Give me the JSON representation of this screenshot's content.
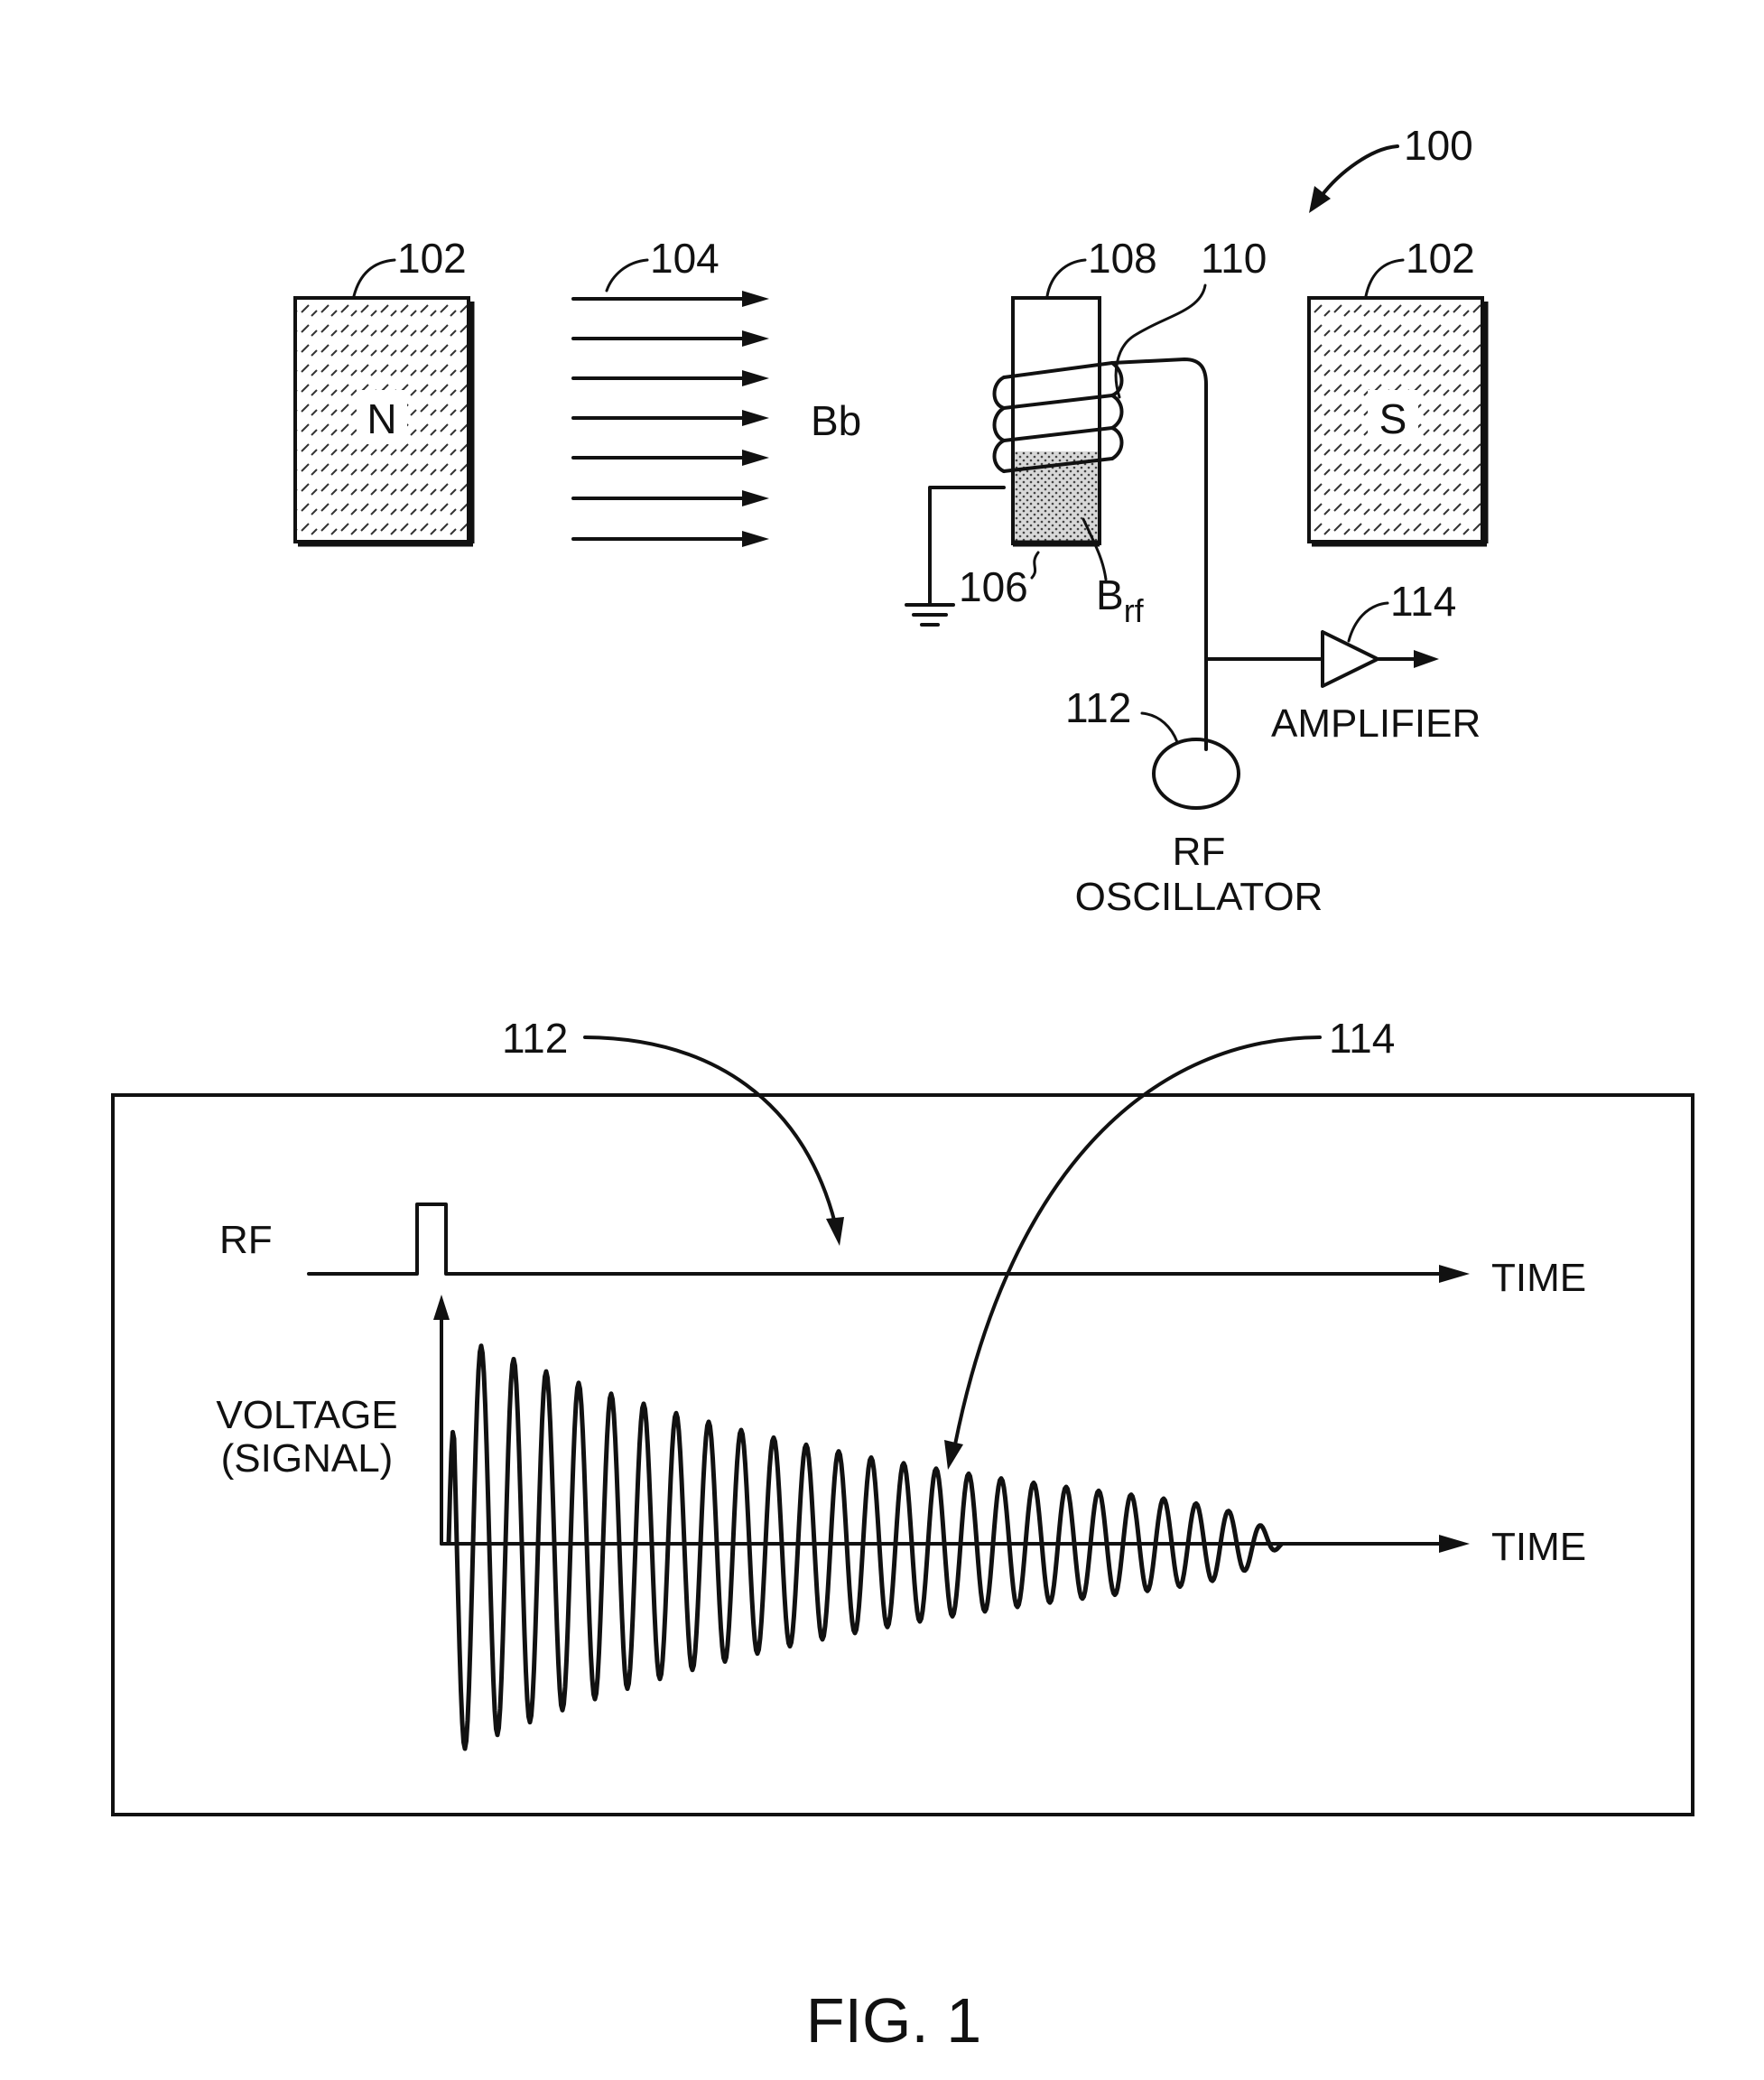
{
  "figure": {
    "caption": "FIG. 1",
    "refs": {
      "system": "100",
      "magnet_left": "102",
      "magnet_right": "102",
      "field_lines": "104",
      "sample": "106",
      "tube": "108",
      "coil": "110",
      "oscillator": "112",
      "amplifier": "114",
      "rf_pulse_pointer": "112",
      "signal_pointer": "114"
    },
    "labels": {
      "north_pole": "N",
      "south_pole": "S",
      "field": "Bb",
      "rf_field_main": "B",
      "rf_field_sub": "rf",
      "amplifier": "AMPLIFIER",
      "oscillator_line1": "RF",
      "oscillator_line2": "OSCILLATOR"
    },
    "plot": {
      "rf_label": "RF",
      "time_label_top": "TIME",
      "voltage_line1": "VOLTAGE",
      "voltage_line2": "(SIGNAL)",
      "time_label_bottom": "TIME"
    }
  }
}
